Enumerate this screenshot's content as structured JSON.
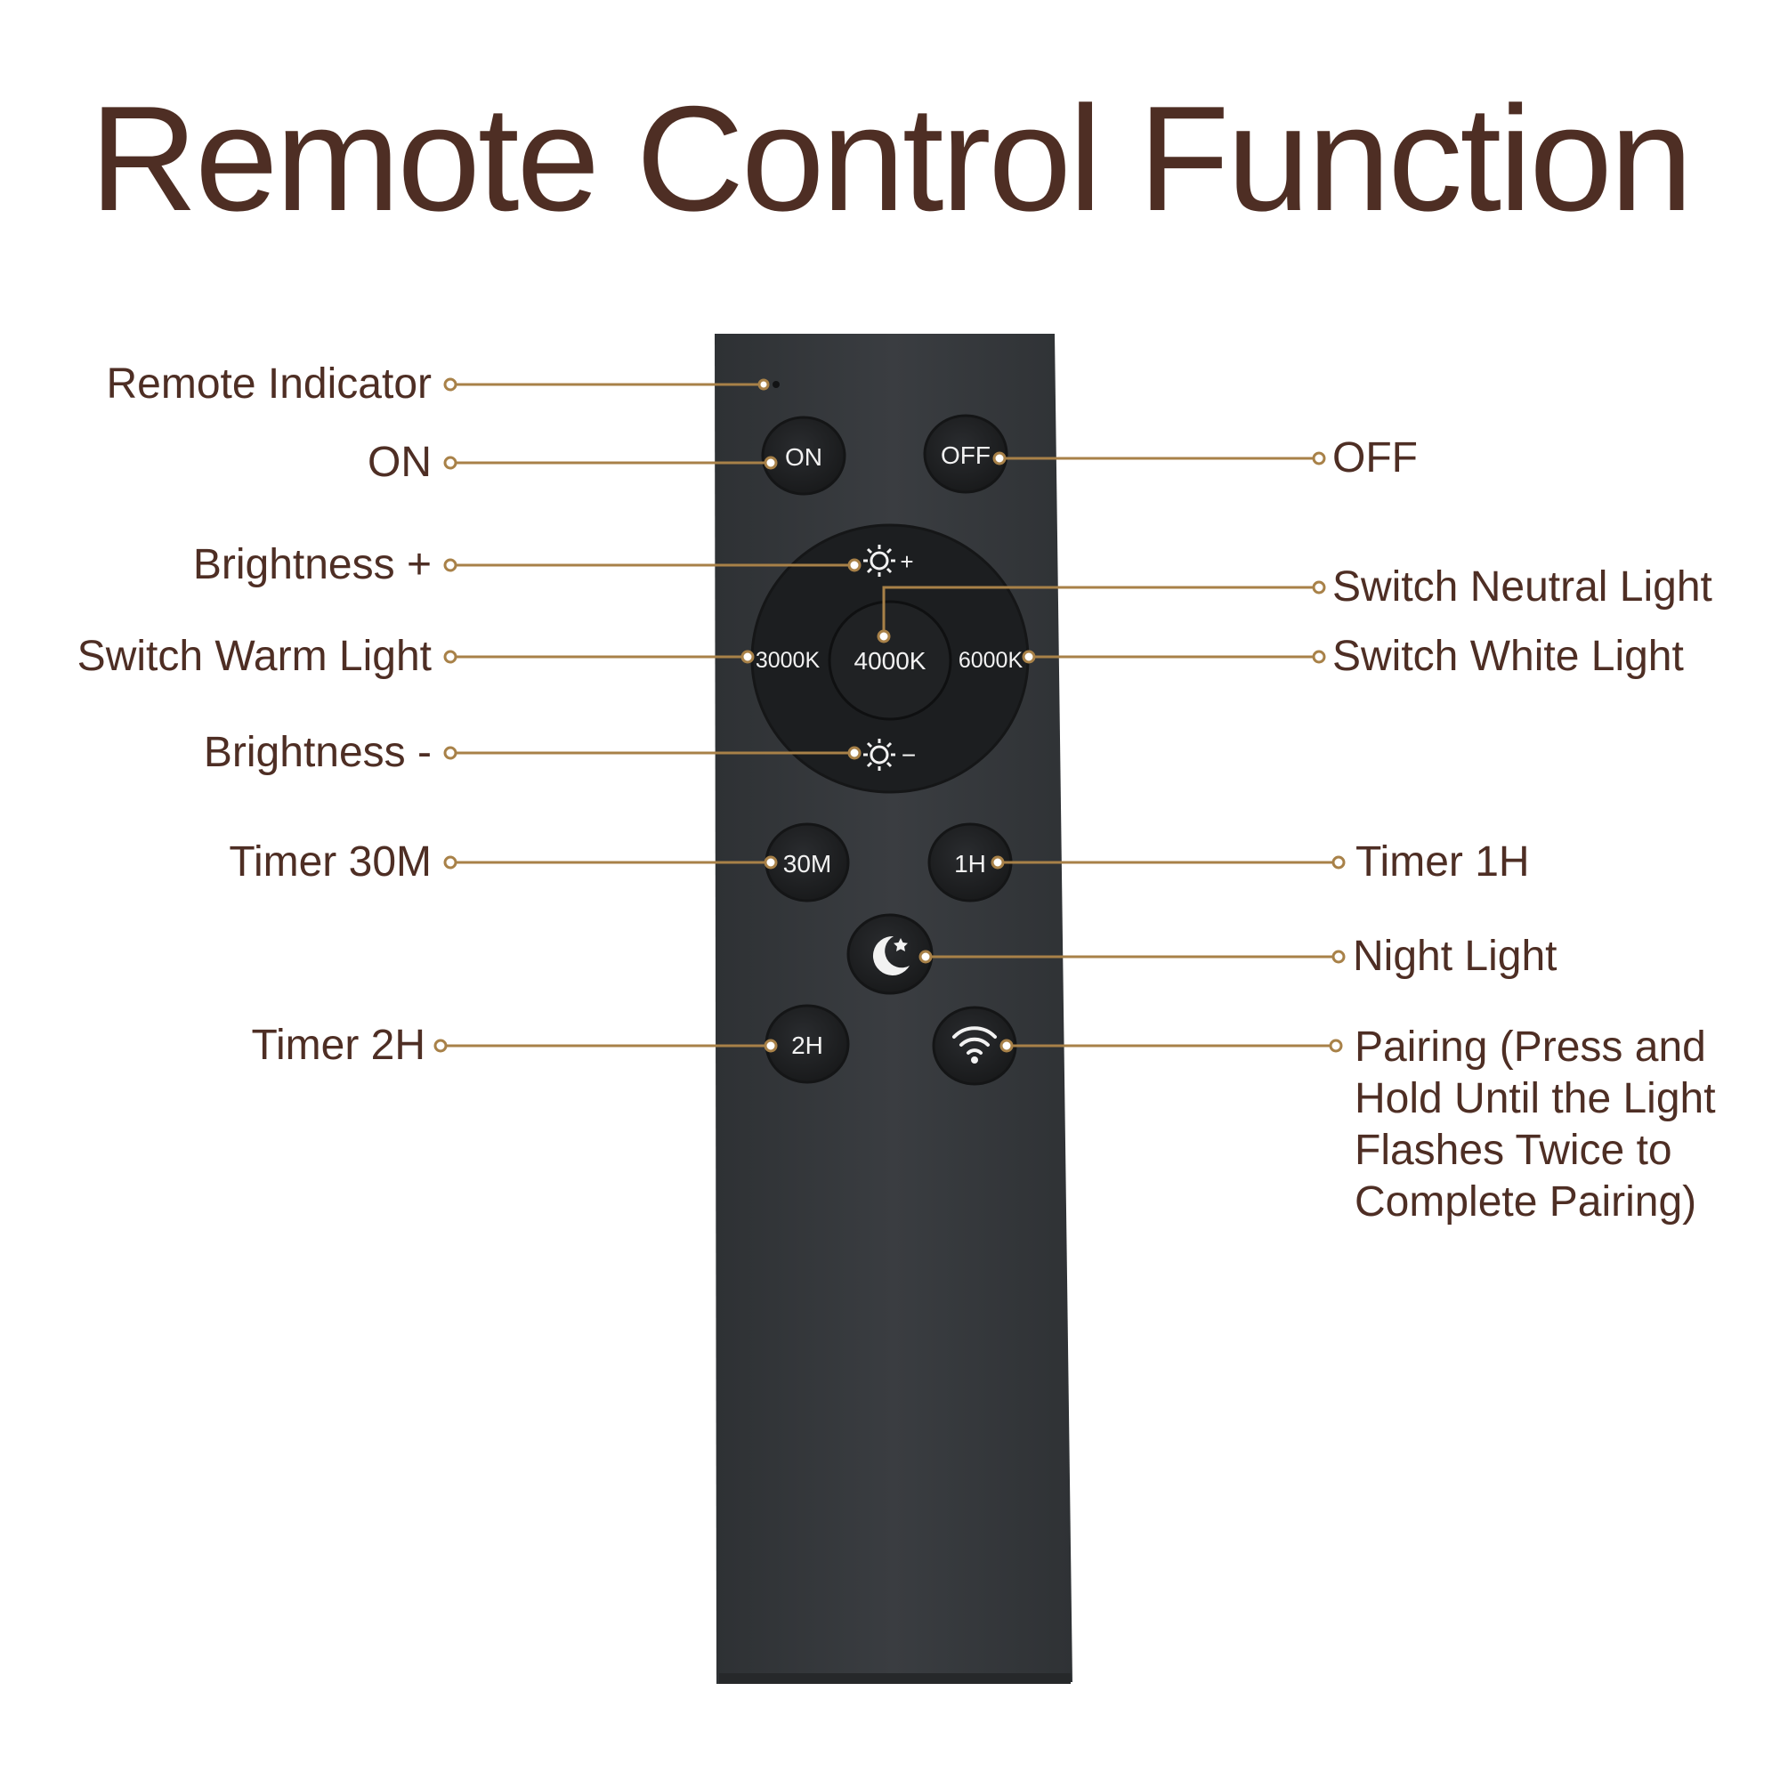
{
  "title": "Remote Control Function",
  "colors": {
    "title_text": "#4e2e24",
    "label_text": "#4e2e24",
    "leader_line": "#a88148",
    "remote_body": "#35383b",
    "button": "#1d1f21",
    "button_text": "#f2f2f2"
  },
  "buttons": {
    "on": "ON",
    "off": "OFF",
    "brightness_up_symbol": "+",
    "brightness_down_symbol": "−",
    "warm": "3000K",
    "neutral": "4000K",
    "white": "6000K",
    "timer_30m": "30M",
    "timer_1h": "1H",
    "timer_2h": "2H"
  },
  "icons": {
    "brightness": "sun-icon",
    "night_light": "moon-star-icon",
    "pairing": "wifi-icon",
    "indicator": "led-indicator-icon"
  },
  "labels": {
    "remote_indicator": "Remote Indicator",
    "on": "ON",
    "off": "OFF",
    "brightness_plus": "Brightness +",
    "switch_neutral": "Switch Neutral Light",
    "switch_warm": "Switch Warm Light",
    "switch_white": "Switch White Light",
    "brightness_minus": "Brightness -",
    "timer_30m": "Timer 30M",
    "timer_1h": "Timer 1H",
    "night_light": "Night Light",
    "timer_2h": "Timer 2H",
    "pairing": "Pairing (Press and Hold Until the Light Flashes Twice to Complete Pairing)"
  }
}
